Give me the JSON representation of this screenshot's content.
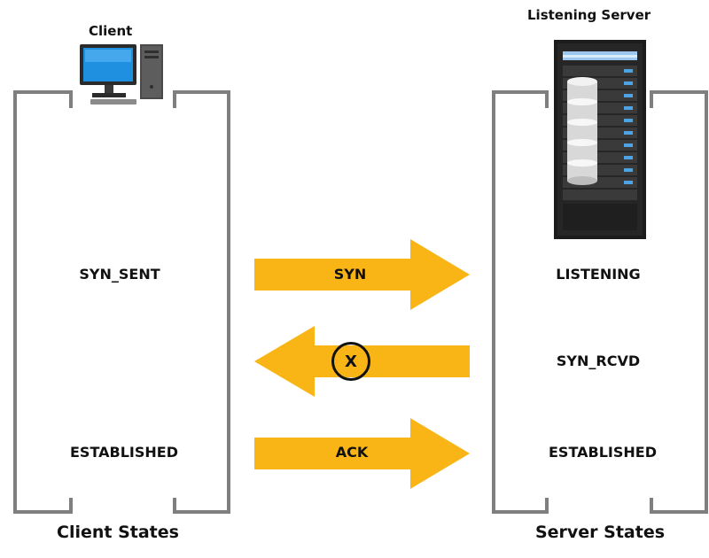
{
  "client": {
    "title": "Client",
    "footer": "Client States",
    "states": [
      "SYN_SENT",
      "ESTABLISHED"
    ]
  },
  "server": {
    "title": "Listening Server",
    "footer": "Server States",
    "states": [
      "LISTENING",
      "SYN_RCVD",
      "ESTABLISHED"
    ]
  },
  "arrows": [
    {
      "label": "SYN",
      "direction": "right"
    },
    {
      "label": "",
      "direction": "left",
      "marker": "X"
    },
    {
      "label": "ACK",
      "direction": "right"
    }
  ],
  "colors": {
    "arrow": "#f9b515",
    "bracket": "#7f7f7f",
    "text": "#111111"
  }
}
